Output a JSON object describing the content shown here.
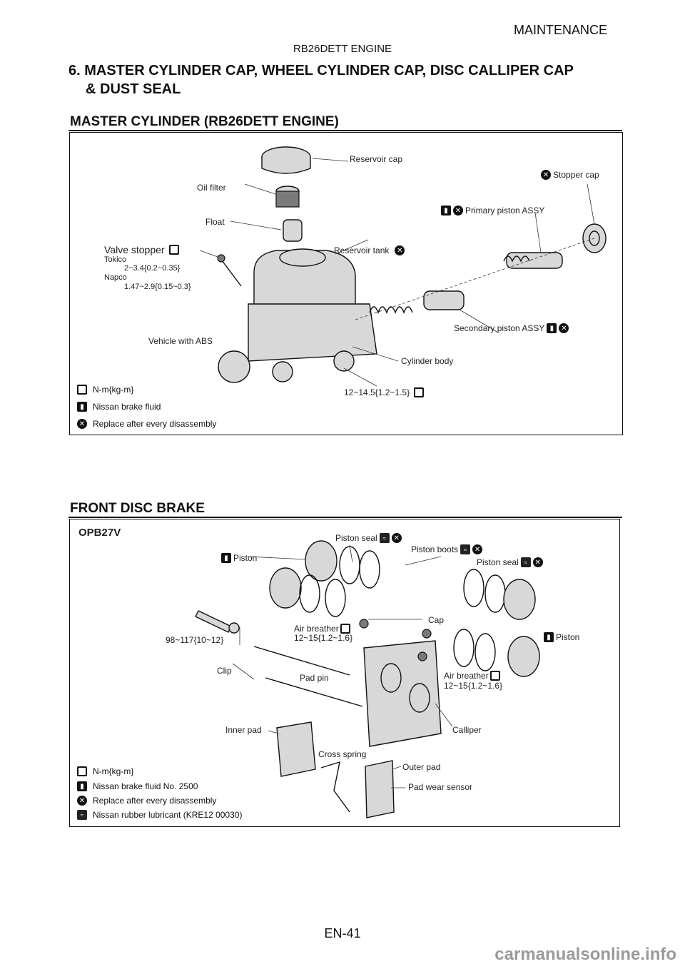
{
  "header": {
    "section": "MAINTENANCE",
    "engine": "RB26DETT ENGINE"
  },
  "title": {
    "line1": "6. MASTER CYLINDER CAP, WHEEL CYLINDER CAP, DISC CALLIPER CAP",
    "line2": "& DUST SEAL"
  },
  "master_cylinder": {
    "heading": "MASTER CYLINDER (RB26DETT ENGINE)",
    "labels": {
      "reservoir_cap": "Reservoir cap",
      "stopper_cap": "Stopper cap",
      "oil_filter": "Oil filter",
      "primary_piston": "Primary piston ASSY",
      "float": "Float",
      "valve_stopper": "Valve stopper",
      "tokico": "Tokico",
      "tokico_torque": "2~3.4{0.2~0.35}",
      "napco": "Napco",
      "napco_torque": "1.47~2.9{0.15~0.3}",
      "reservoir_tank": "Reservoir tank",
      "secondary_piston": "Secondary piston ASSY",
      "vehicle_abs": "Vehicle with ABS",
      "cylinder_body": "Cylinder body",
      "cylinder_torque": "12~14.5{1.2~1.5}"
    },
    "legend": [
      {
        "icon": "torque-icon",
        "text": "N-m{kg-m}"
      },
      {
        "icon": "brake-fluid-icon",
        "text": "Nissan brake fluid"
      },
      {
        "icon": "replace-icon",
        "text": "Replace after every disassembly"
      }
    ]
  },
  "front_disc": {
    "heading": "FRONT DISC BRAKE",
    "model": "OPB27V",
    "labels": {
      "piston_seal_top": "Piston seal",
      "piston_boots": "Piston boots",
      "piston_left": "Piston",
      "piston_seal_right": "Piston seal",
      "cap": "Cap",
      "air_breather_1": "Air breather",
      "air_breather_1_torque": "12~15{1.2~1.6}",
      "bolt_torque": "98~117{10~12}",
      "piston_right": "Piston",
      "clip": "Clip",
      "pad_pin": "Pad pin",
      "air_breather_2": "Air breather",
      "air_breather_2_torque": "12~15{1.2~1.6}",
      "inner_pad": "Inner pad",
      "calliper": "Calliper",
      "cross_spring": "Cross spring",
      "outer_pad": "Outer pad",
      "pad_wear_sensor": "Pad wear sensor"
    },
    "legend": [
      {
        "icon": "torque-icon",
        "text": "N-m{kg-m}"
      },
      {
        "icon": "brake-fluid-icon",
        "text": "Nissan brake fluid No. 2500"
      },
      {
        "icon": "replace-icon",
        "text": "Replace after every disassembly"
      },
      {
        "icon": "rubber-lubricant-icon",
        "text": "Nissan rubber lubricant (KRE12 00030)"
      }
    ]
  },
  "footer": {
    "page": "EN-41",
    "watermark": "carmanualsonline.info"
  }
}
